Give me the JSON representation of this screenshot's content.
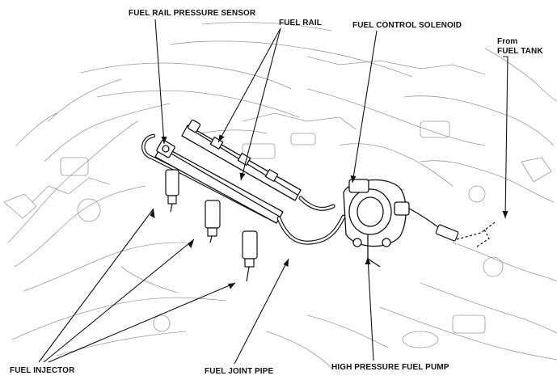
{
  "labels": {
    "fuel_rail_pressure_sensor": "FUEL RAIL PRESSURE SENSOR",
    "fuel_rail": "FUEL RAIL",
    "fuel_control_solenoid": "FUEL CONTROL SOLENOID",
    "from_line1": "From",
    "from_line2": "FUEL TANK",
    "fuel_injector": "FUEL INJECTOR",
    "fuel_joint_pipe": "FUEL JOINT PIPE",
    "high_pressure_fuel_pump": "HIGH PRESSURE FUEL PUMP"
  },
  "colors": {
    "ink": "#111111",
    "sketch": "#9a9a9a",
    "background": "#ffffff"
  }
}
